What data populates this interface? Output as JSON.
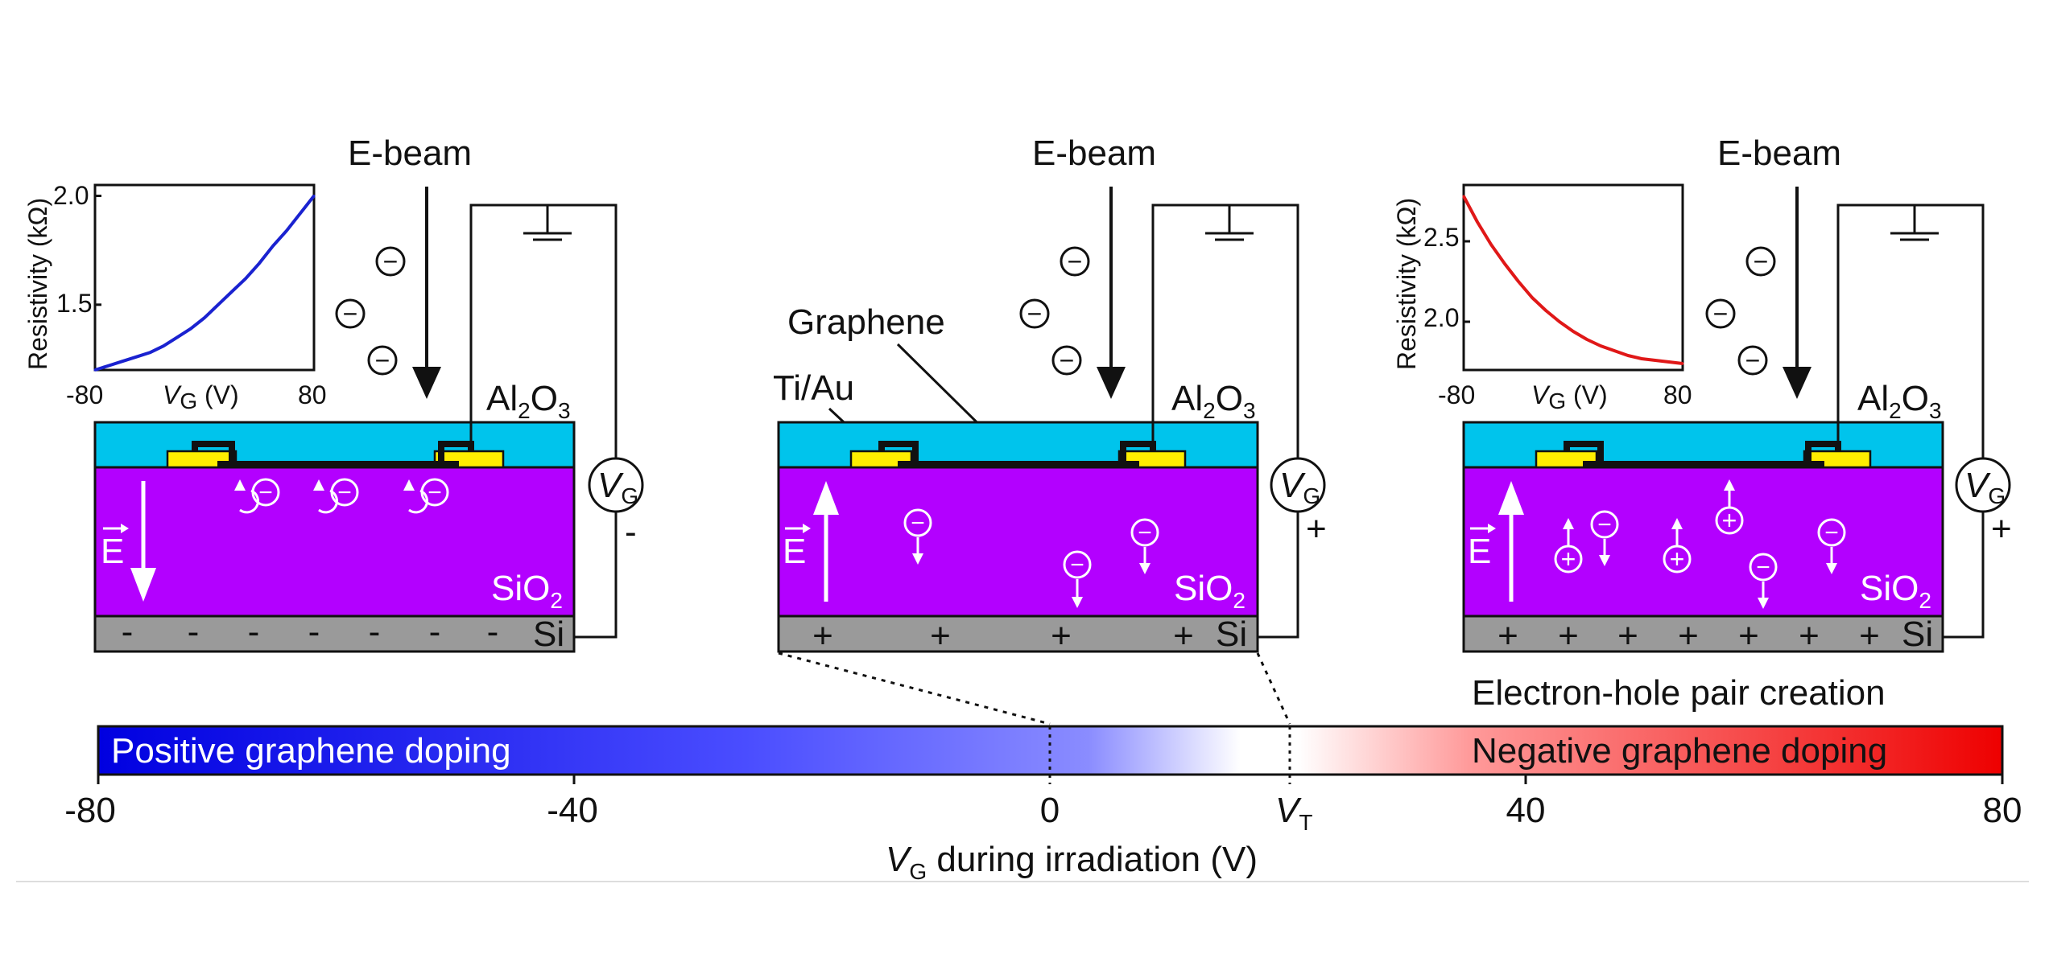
{
  "labels": {
    "ebeam": "E-beam",
    "al2o3_main": "Al",
    "al2o3_sub2": "2",
    "al2o3_o": "O",
    "al2o3_sub3": "3",
    "sio2_main": "SiO",
    "sio2_sub": "2",
    "si": "Si",
    "vg_main": "V",
    "vg_sub": "G",
    "efield": "E",
    "graphene": "Graphene",
    "tiau": "Ti/Au",
    "minus_sign": "-",
    "plus_sign": "+",
    "electron_symbol": "−",
    "hole_symbol": "+",
    "pair_creation": "Electron-hole pair creation"
  },
  "insets": {
    "ylabel": "Resistivity (kΩ)",
    "xlabel_main": "V",
    "xlabel_sub": "G",
    "xlabel_unit": " (V)",
    "xmin_label": "-80",
    "xmax_label": "80"
  },
  "scale_bar": {
    "left_text": "Positive graphene doping",
    "right_text": "Negative graphene doping",
    "ticks": [
      "-80",
      "-40",
      "0",
      "40",
      "80"
    ],
    "vt_main": "V",
    "vt_sub": "T",
    "axis_label_main": "V",
    "axis_label_sub": "G",
    "axis_label_rest": " during irradiation (V)",
    "color_left": "#0000e0",
    "color_right": "#ee0000"
  },
  "chart_data": [
    {
      "type": "line",
      "title": "",
      "xlabel": "VG (V)",
      "ylabel": "Resistivity (kΩ)",
      "xlim": [
        -80,
        80
      ],
      "ylim": [
        1.2,
        2.05
      ],
      "yticks": [
        "2.0",
        "1.5"
      ],
      "ytick_values": [
        2.0,
        1.5
      ],
      "color": "#1a22d0",
      "x": [
        -80,
        -70,
        -60,
        -50,
        -40,
        -30,
        -20,
        -10,
        0,
        10,
        20,
        30,
        40,
        50,
        60,
        70,
        80
      ],
      "y": [
        1.2,
        1.22,
        1.24,
        1.26,
        1.28,
        1.31,
        1.35,
        1.39,
        1.44,
        1.5,
        1.56,
        1.62,
        1.69,
        1.77,
        1.84,
        1.92,
        2.0
      ]
    },
    {
      "type": "line",
      "title": "",
      "xlabel": "VG (V)",
      "ylabel": "Resistivity (kΩ)",
      "xlim": [
        -80,
        80
      ],
      "ylim": [
        1.7,
        2.85
      ],
      "yticks": [
        "2.5",
        "2.0"
      ],
      "ytick_values": [
        2.5,
        2.0
      ],
      "color": "#e01818",
      "x": [
        -80,
        -70,
        -60,
        -50,
        -40,
        -30,
        -20,
        -10,
        0,
        10,
        20,
        30,
        40,
        50,
        60,
        70,
        80
      ],
      "y": [
        2.78,
        2.62,
        2.48,
        2.36,
        2.25,
        2.15,
        2.07,
        2.0,
        1.94,
        1.89,
        1.85,
        1.82,
        1.79,
        1.77,
        1.76,
        1.75,
        1.74
      ]
    }
  ]
}
